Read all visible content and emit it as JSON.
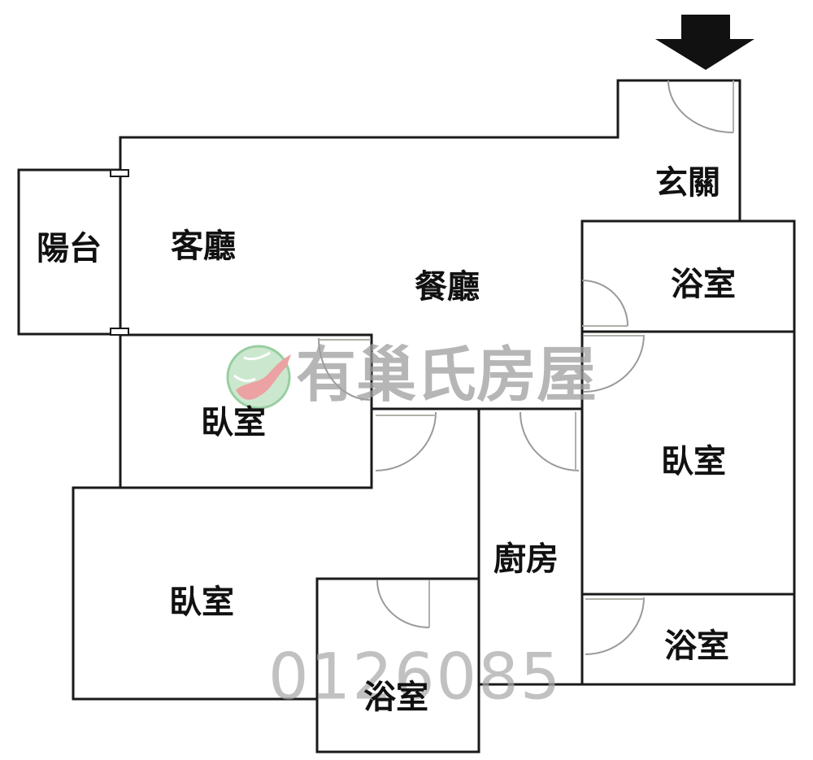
{
  "floor_plan": {
    "entrance_arrow": {
      "icon": "down-arrow-icon",
      "color": "#111111"
    },
    "rooms": [
      {
        "id": "balcony",
        "label": "陽台"
      },
      {
        "id": "living_room",
        "label": "客廳"
      },
      {
        "id": "dining_room",
        "label": "餐廳"
      },
      {
        "id": "foyer",
        "label": "玄關"
      },
      {
        "id": "bathroom_1",
        "label": "浴室"
      },
      {
        "id": "bedroom_1",
        "label": "臥室"
      },
      {
        "id": "bedroom_2",
        "label": "臥室"
      },
      {
        "id": "bedroom_3",
        "label": "臥室"
      },
      {
        "id": "kitchen",
        "label": "廚房"
      },
      {
        "id": "bathroom_2",
        "label": "浴室"
      },
      {
        "id": "bathroom_3",
        "label": "浴室"
      }
    ]
  },
  "watermark": {
    "brand": "有巢氏房屋",
    "listing_number": "0126085",
    "logo_colors": {
      "circle": "#7fc28a",
      "hand": "#e88c8c"
    }
  }
}
